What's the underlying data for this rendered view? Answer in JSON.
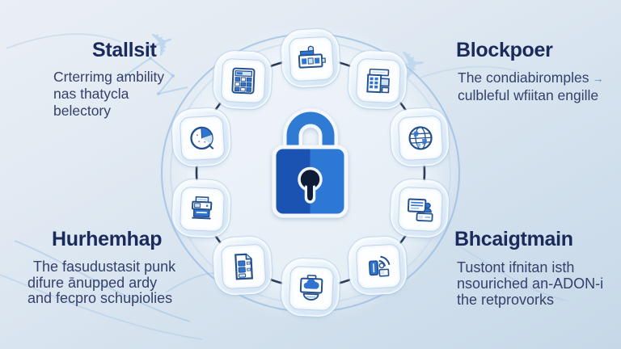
{
  "diagram": {
    "type": "security-infographic",
    "center_icon": "padlock",
    "sections": {
      "top_left": {
        "title": "Stallsit",
        "lines": [
          "Crterrimg ambility",
          "nas thatycla",
          "belectory"
        ]
      },
      "top_right": {
        "title": "Blockpoer",
        "lines": [
          "The condiabiromples",
          "culbleful wfiitan engille"
        ],
        "arrow_glyph": "→"
      },
      "bottom_left": {
        "title": "Hurhemhap",
        "lines": [
          "The fasudustasit punk",
          "difure ānupped ardy",
          "and fecpro schupiolies"
        ]
      },
      "bottom_right": {
        "title": "Bhcaigtmain",
        "lines": [
          "Tustont ifnitan isth",
          "nsouriched an-ADON-i",
          "the retprovorks"
        ]
      }
    },
    "ring_icons": [
      "factory-icon",
      "building-sheet-icon",
      "globe-icon",
      "chat-panels-icon",
      "support-person-icon",
      "monitor-cloud-icon",
      "document-icon",
      "printer-icon",
      "pie-chart-icon",
      "calculator-icon"
    ],
    "palette": {
      "background_top": "#e9eef4",
      "background_bottom": "#c6d8e8",
      "title_color": "#1a2a5a",
      "body_color": "#35406b",
      "lock_body_dark": "#1b53b2",
      "lock_body_light": "#2d78d4",
      "lock_shackle": "#2f7bd4",
      "keyhole": "#0e1c38",
      "icon_stroke": "#24508f",
      "icon_fill": "#2f74d0",
      "connector_line": "#1f3050",
      "outer_ring": "#8db6e0"
    },
    "decor": {
      "plane_glyph": "✈"
    }
  }
}
